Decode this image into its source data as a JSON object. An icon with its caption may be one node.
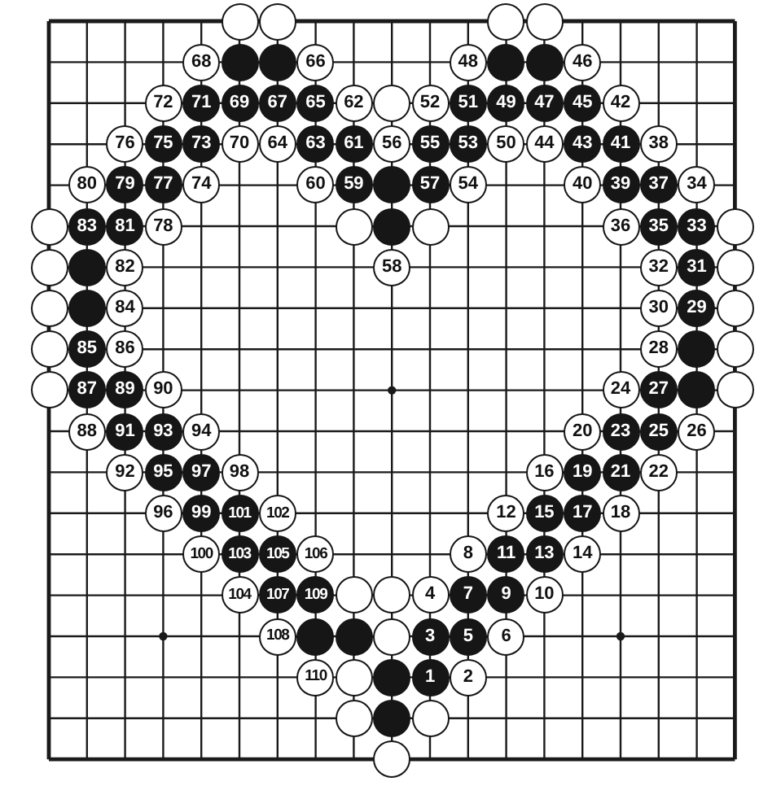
{
  "diagram": {
    "nodes": [
      {
        "text": [],
        "shape": "circle"
      },
      {
        "text": [],
        "shape": "circle"
      },
      {
        "text": [],
        "shape": "circle"
      },
      {
        "text": [],
        "shape": "circle"
      },
      {
        "text": [
          "68"
        ]
      },
      {
        "text": [],
        "shape": "circle"
      },
      {
        "text": [],
        "shape": "circle"
      },
      {
        "text": [
          "66"
        ]
      },
      {
        "text": [
          "48"
        ]
      },
      {
        "text": [],
        "shape": "circle"
      },
      {
        "text": [],
        "shape": "circle"
      },
      {
        "text": [
          "46"
        ]
      },
      {
        "text": [
          "72"
        ]
      },
      {
        "text": [
          "71"
        ]
      },
      {
        "text": [
          "69"
        ]
      },
      {
        "text": [
          "67"
        ]
      },
      {
        "text": [
          "65"
        ]
      },
      {
        "text": [
          "62"
        ]
      },
      {
        "text": [],
        "shape": "circle"
      },
      {
        "text": [
          "52"
        ]
      },
      {
        "text": [
          "51"
        ]
      },
      {
        "text": [
          "49"
        ]
      },
      {
        "text": [
          "47"
        ]
      },
      {
        "text": [
          "45"
        ]
      },
      {
        "text": [
          "42"
        ]
      },
      {
        "text": [
          "76"
        ]
      },
      {
        "text": [
          "75"
        ]
      },
      {
        "text": [
          "73"
        ]
      },
      {
        "text": [
          "70"
        ]
      },
      {
        "text": [
          "64"
        ]
      },
      {
        "text": [
          "63"
        ]
      },
      {
        "text": [
          "61"
        ]
      },
      {
        "text": [
          "56"
        ]
      },
      {
        "text": [
          "55"
        ]
      },
      {
        "text": [
          "53"
        ]
      },
      {
        "text": [
          "50"
        ]
      },
      {
        "text": [
          "44"
        ]
      },
      {
        "text": [
          "43"
        ]
      },
      {
        "text": [
          "41"
        ]
      },
      {
        "text": [
          "38"
        ]
      },
      {
        "text": [
          "80"
        ]
      },
      {
        "text": [
          "79"
        ]
      },
      {
        "text": [
          "77"
        ]
      },
      {
        "text": [
          "74"
        ]
      },
      {
        "text": [
          "60"
        ]
      },
      {
        "text": [
          "59"
        ]
      },
      {
        "text": [],
        "shape": "circle"
      },
      {
        "text": [
          "57"
        ]
      },
      {
        "text": [
          "54"
        ]
      },
      {
        "text": [
          "40"
        ]
      },
      {
        "text": [
          "39"
        ]
      },
      {
        "text": [
          "37"
        ]
      },
      {
        "text": [
          "34"
        ]
      },
      {
        "text": [],
        "shape": "circle"
      },
      {
        "text": [
          "83"
        ]
      },
      {
        "text": [
          "81"
        ]
      },
      {
        "text": [
          "78"
        ]
      },
      {
        "text": [],
        "shape": "circle"
      },
      {
        "text": [],
        "shape": "circle"
      },
      {
        "text": [],
        "shape": "circle"
      },
      {
        "text": [
          "36"
        ]
      },
      {
        "text": [
          "35"
        ]
      },
      {
        "text": [
          "33"
        ]
      },
      {
        "text": [],
        "shape": "circle"
      },
      {
        "text": [],
        "shape": "circle"
      },
      {
        "text": [],
        "shape": "circle"
      },
      {
        "text": [
          "82"
        ]
      },
      {
        "text": [
          "58"
        ]
      },
      {
        "text": [
          "32"
        ]
      },
      {
        "text": [
          "31"
        ]
      },
      {
        "text": [],
        "shape": "circle"
      },
      {
        "text": [],
        "shape": "circle"
      },
      {
        "text": [],
        "shape": "circle"
      },
      {
        "text": [
          "84"
        ]
      },
      {
        "text": [
          "30"
        ]
      },
      {
        "text": [
          "29"
        ]
      },
      {
        "text": [],
        "shape": "circle"
      },
      {
        "text": [],
        "shape": "circle"
      },
      {
        "text": [
          "85"
        ]
      },
      {
        "text": [
          "86"
        ]
      },
      {
        "text": [
          "28"
        ]
      },
      {
        "text": [],
        "shape": "circle"
      },
      {
        "text": [],
        "shape": "circle"
      },
      {
        "text": [],
        "shape": "circle"
      },
      {
        "text": [
          "87"
        ]
      },
      {
        "text": [
          "89"
        ]
      },
      {
        "text": [
          "90"
        ]
      },
      {
        "text": [
          "24"
        ]
      },
      {
        "text": [
          "27"
        ]
      },
      {
        "text": [],
        "shape": "circle"
      },
      {
        "text": [],
        "shape": "circle"
      },
      {
        "text": [
          "88"
        ]
      },
      {
        "text": [
          "91"
        ]
      },
      {
        "text": [
          "93"
        ]
      },
      {
        "text": [
          "94"
        ]
      },
      {
        "text": [
          "20"
        ]
      },
      {
        "text": [
          "23"
        ]
      },
      {
        "text": [
          "25"
        ]
      },
      {
        "text": [
          "26"
        ]
      },
      {
        "text": [
          "92"
        ]
      },
      {
        "text": [
          "95"
        ]
      },
      {
        "text": [
          "97"
        ]
      },
      {
        "text": [
          "98"
        ]
      },
      {
        "text": [
          "16"
        ]
      },
      {
        "text": [
          "19"
        ]
      },
      {
        "text": [
          "21"
        ]
      },
      {
        "text": [
          "22"
        ]
      },
      {
        "text": [
          "96"
        ]
      },
      {
        "text": [
          "99"
        ]
      },
      {
        "text": [
          "101"
        ]
      },
      {
        "text": [
          "102"
        ]
      },
      {
        "text": [
          "12"
        ]
      },
      {
        "text": [
          "15"
        ]
      },
      {
        "text": [
          "17"
        ]
      },
      {
        "text": [
          "18"
        ]
      },
      {
        "text": [
          "100"
        ]
      },
      {
        "text": [
          "103"
        ]
      },
      {
        "text": [
          "105"
        ]
      },
      {
        "text": [
          "106"
        ]
      },
      {
        "text": [
          "8"
        ]
      },
      {
        "text": [
          "11"
        ]
      },
      {
        "text": [
          "13"
        ]
      },
      {
        "text": [
          "14"
        ]
      },
      {
        "text": [
          "104"
        ]
      },
      {
        "text": [
          "107"
        ]
      },
      {
        "text": [
          "109"
        ]
      },
      {
        "text": [],
        "shape": "circle"
      },
      {
        "text": [],
        "shape": "circle"
      },
      {
        "text": [
          "4"
        ]
      },
      {
        "text": [
          "7"
        ]
      },
      {
        "text": [
          "9"
        ]
      },
      {
        "text": [
          "10"
        ]
      },
      {
        "text": [
          "108"
        ]
      },
      {
        "text": [],
        "shape": "circle"
      },
      {
        "text": [],
        "shape": "circle"
      },
      {
        "text": [],
        "shape": "circle"
      },
      {
        "text": [
          "3"
        ]
      },
      {
        "text": [
          "5"
        ]
      },
      {
        "text": [
          "6"
        ]
      },
      {
        "text": [
          "110"
        ]
      },
      {
        "text": [],
        "shape": "circle"
      },
      {
        "text": [],
        "shape": "circle"
      },
      {
        "text": [
          "1"
        ]
      },
      {
        "text": [
          "2"
        ]
      },
      {
        "text": [],
        "shape": "circle"
      },
      {
        "text": [],
        "shape": "circle"
      },
      {
        "text": [],
        "shape": "circle"
      },
      {
        "text": [],
        "shape": "circle"
      }
    ]
  }
}
